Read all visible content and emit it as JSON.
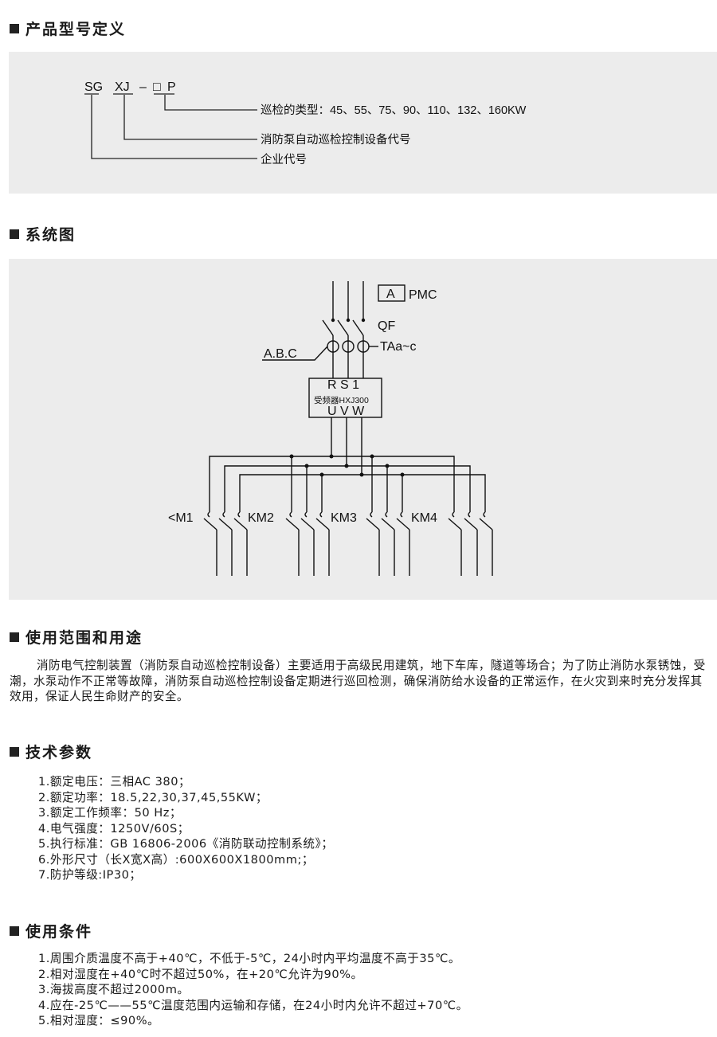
{
  "sections": {
    "model": {
      "title": "产品型号定义",
      "code": {
        "prefix": "SG",
        "series": "XJ",
        "dash": "–",
        "box": "□",
        "suffix": "P"
      },
      "desc_power": "巡检的类型：45、55、75、90、110、132、160KW",
      "desc_device": "消防泵自动巡检控制设备代号",
      "desc_company": "企业代号"
    },
    "system": {
      "title": "系统图",
      "labels": {
        "ammeter": "A",
        "pmc": "PMC",
        "qf": "QF",
        "abc": "A.B.C",
        "ta": "TAa~c",
        "inputs": "R S 1",
        "inverter": "受频器HXJ300",
        "outputs": "U V W",
        "km1": "<M1",
        "km2": "KM2",
        "km3": "KM3",
        "km4": "KM4"
      }
    },
    "usage": {
      "title": "使用范围和用途",
      "text": "消防电气控制装置（消防泵自动巡检控制设备）主要适用于高级民用建筑，地下车库，隧道等场合；为了防止消防水泵锈蚀，受潮，水泵动作不正常等故障，消防泵自动巡检控制设备定期进行巡回检测，确保消防给水设备的正常运作，在火灾到来时充分发挥其效用，保证人民生命财产的安全。"
    },
    "params": {
      "title": "技术参数",
      "items": [
        "1.额定电压：三相AC 380；",
        "2.额定功率：18.5,22,30,37,45,55KW；",
        "3.额定工作频率：50 Hz；",
        "4.电气强度：1250V/60S；",
        "5.执行标准：GB 16806-2006《消防联动控制系统》；",
        "6.外形尺寸（长X宽X高）:600X600X1800mm;；",
        "7.防护等级:IP30；"
      ]
    },
    "conditions": {
      "title": "使用条件",
      "items": [
        "1.周围介质温度不高于+40℃，不低于-5℃，24小时内平均温度不高于35℃。",
        "2.相对湿度在+40℃时不超过50%，在+20℃允许为90%。",
        "3.海拔高度不超过2000m。",
        "4.应在-25℃——55℃温度范围内运输和存储，在24小时内允许不超过+70℃。",
        "5.相对湿度：≤90%。"
      ]
    }
  }
}
